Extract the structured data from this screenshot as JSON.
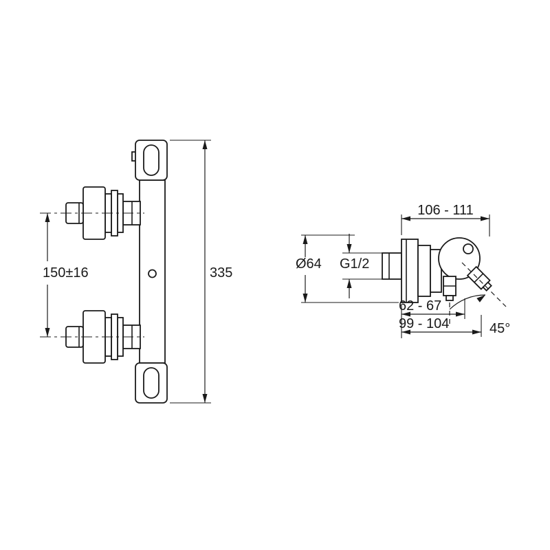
{
  "colors": {
    "line": "#1a1a1a",
    "background": "#ffffff"
  },
  "front_view": {
    "handle_spacing": "150±16",
    "total_height": "335"
  },
  "side_view": {
    "top_depth": "106 - 111",
    "plate_diameter": "Ø64",
    "thread_size": "G1/2",
    "outlet_depth": "62 - 67",
    "total_depth": "99 - 104",
    "spout_angle": "45°"
  }
}
